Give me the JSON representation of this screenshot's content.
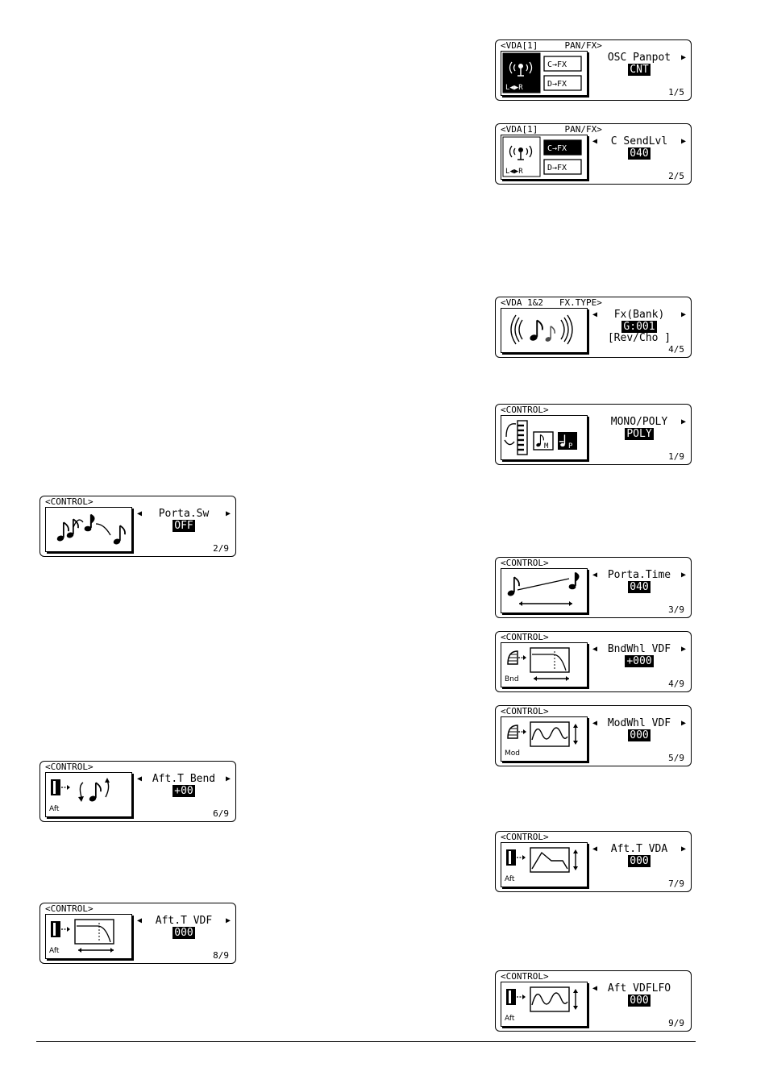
{
  "screens": [
    {
      "id": "s1",
      "header": "<VDA[1]     PAN/FX>",
      "param": "OSC Panpot",
      "left_arrow": "",
      "right_arrow": "▶",
      "value": "CNT",
      "value2": "",
      "page": "1/5",
      "icon": "panfx-cnt",
      "icon_labels": [
        "C→FX",
        "D→FX",
        "L◀▶R"
      ]
    },
    {
      "id": "s2",
      "header": "<VDA[1]     PAN/FX>",
      "param": "C SendLvl",
      "left_arrow": "◀",
      "right_arrow": "▶",
      "value": "040",
      "value2": "",
      "page": "2/5",
      "icon": "panfx-c",
      "icon_labels": [
        "C→FX",
        "D→FX",
        "L◀▶R"
      ]
    },
    {
      "id": "s3",
      "header": "<VDA 1&2   FX.TYPE>",
      "param": "Fx(Bank)",
      "left_arrow": "◀",
      "right_arrow": "▶",
      "value": "G:001",
      "value2": "[Rev/Cho ]",
      "page": "4/5",
      "icon": "fx-type"
    },
    {
      "id": "s4",
      "header": "<CONTROL>",
      "param": "MONO/POLY",
      "left_arrow": "",
      "right_arrow": "▶",
      "value": "POLY",
      "value2": "",
      "page": "1/9",
      "icon": "mono-poly",
      "icon_labels": [
        "M",
        "P"
      ]
    },
    {
      "id": "s5",
      "header": "<CONTROL>",
      "param": "Porta.Sw",
      "left_arrow": "◀",
      "right_arrow": "▶",
      "value": "OFF",
      "value2": "",
      "page": "2/9",
      "icon": "porta-sw"
    },
    {
      "id": "s6",
      "header": "<CONTROL>",
      "param": "Porta.Time",
      "left_arrow": "◀",
      "right_arrow": "▶",
      "value": "040",
      "value2": "",
      "page": "3/9",
      "icon": "porta-time"
    },
    {
      "id": "s7",
      "header": "<CONTROL>",
      "param": "BndWhl VDF",
      "left_arrow": "◀",
      "right_arrow": "▶",
      "value": "+000",
      "value2": "",
      "page": "4/9",
      "icon": "bnd-vdf",
      "icon_labels": [
        "Bnd"
      ]
    },
    {
      "id": "s8",
      "header": "<CONTROL>",
      "param": "ModWhl VDF",
      "left_arrow": "◀",
      "right_arrow": "▶",
      "value": "000",
      "value2": "",
      "page": "5/9",
      "icon": "mod-vdf",
      "icon_labels": [
        "Mod"
      ]
    },
    {
      "id": "s9",
      "header": "<CONTROL>",
      "param": "Aft.T Bend",
      "left_arrow": "◀",
      "right_arrow": "▶",
      "value": "+00",
      "value2": "",
      "page": "6/9",
      "icon": "aft-bend",
      "icon_labels": [
        "Aft"
      ]
    },
    {
      "id": "s10",
      "header": "<CONTROL>",
      "param": "Aft.T VDA",
      "left_arrow": "◀",
      "right_arrow": "▶",
      "value": "000",
      "value2": "",
      "page": "7/9",
      "icon": "aft-vda",
      "icon_labels": [
        "Aft"
      ]
    },
    {
      "id": "s11",
      "header": "<CONTROL>",
      "param": "Aft.T VDF",
      "left_arrow": "◀",
      "right_arrow": "▶",
      "value": "000",
      "value2": "",
      "page": "8/9",
      "icon": "aft-vdf",
      "icon_labels": [
        "Aft"
      ]
    },
    {
      "id": "s12",
      "header": "<CONTROL>",
      "param": "Aft VDFLFO",
      "left_arrow": "◀",
      "right_arrow": "",
      "value": "000",
      "value2": "",
      "page": "9/9",
      "icon": "aft-lfo",
      "icon_labels": [
        "Aft"
      ]
    }
  ]
}
